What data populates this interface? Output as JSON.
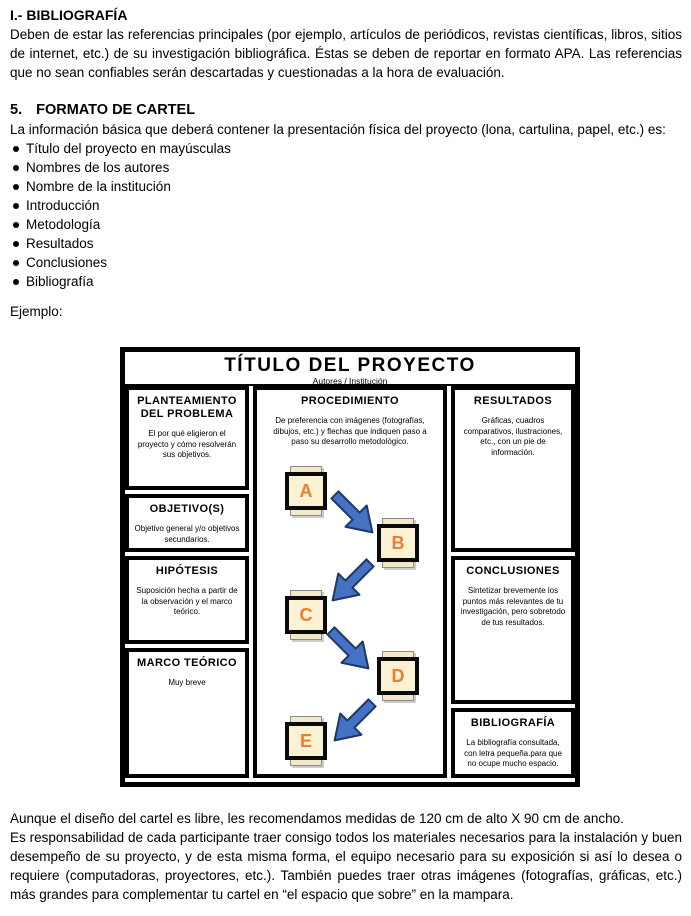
{
  "document": {
    "bibliografia": {
      "heading": "I.- BIBLIOGRAFÍA",
      "body": "Deben de estar las referencias principales (por ejemplo, artículos de periódicos, revistas científicas, libros, sitios de internet, etc.) de su investigación bibliográfica. Éstas se deben de reportar en formato APA. Las referencias que no sean confiables serán descartadas y cuestionadas a la hora de evaluación."
    },
    "formato_cartel": {
      "number": "5.",
      "heading": "FORMATO DE CARTEL",
      "intro": "La información básica que deberá contener la presentación física del proyecto (lona, cartulina, papel, etc.) es:",
      "bullets": [
        "Título del proyecto en mayúsculas",
        "Nombres de los autores",
        "Nombre de la institución",
        "Introducción",
        "Metodología",
        "Resultados",
        "Conclusiones",
        "Bibliografía"
      ],
      "example_label": "Ejemplo:"
    },
    "closing": {
      "line1": "Aunque el diseño del cartel es libre, les recomendamos medidas de 120 cm de alto X 90 cm de ancho.",
      "paragraph": "Es responsabilidad de cada participante traer consigo todos los materiales necesarios para la instalación y buen desempeño de su proyecto, y de esta misma forma, el equipo necesario para su exposición si así lo desea o requiere (computadoras, proyectores, etc.). También puedes traer otras imágenes (fotografías, gráficas, etc.) más grandes para complementar tu cartel en “el espacio que sobre” en la mampara."
    }
  },
  "poster": {
    "title": "TÍTULO DEL PROYECTO",
    "subtitle": "Autores / Institución",
    "left_column": [
      {
        "title": "PLANTEAMIENTO DEL PROBLEMA",
        "body": "El por qué eligieron el proyecto y cómo resolverán sus objetivos."
      },
      {
        "title": "OBJETIVO(S)",
        "body": "Objetivo general y/o objetivos secundarios."
      },
      {
        "title": "HIPÓTESIS",
        "body": "Suposición hecha a partir de la observación y el marco teórico."
      },
      {
        "title": "MARCO TEÓRICO",
        "body": "Muy breve"
      }
    ],
    "center_column": {
      "title": "PROCEDIMIENTO",
      "body": "De preferencia con imágenes (fotografías, dibujos, etc.) y flechas que indiquen paso a paso su desarrollo metodológico.",
      "steps": [
        "A",
        "B",
        "C",
        "D",
        "E"
      ]
    },
    "right_column": [
      {
        "title": "RESULTADOS",
        "body": "Gráficas, cuadros comparativos, ilustraciones, etc., con un pie de información."
      },
      {
        "title": "CONCLUSIONES",
        "body": "Sintetizar brevemente los puntos más relevantes de tu investigación, pero sobretodo de tus resultados."
      },
      {
        "title": "BIBLIOGRAFÍA",
        "body": "La bibliografía consultada, con letra pequeña.para que no ocupe mucho espacio."
      }
    ],
    "colors": {
      "step_fill": "#FBF1D3",
      "step_strip": "#F2E9C9",
      "step_letter": "#ED7D31",
      "arrow_fill": "#4472C4",
      "arrow_stroke": "#1F3864",
      "border": "#000000"
    }
  }
}
